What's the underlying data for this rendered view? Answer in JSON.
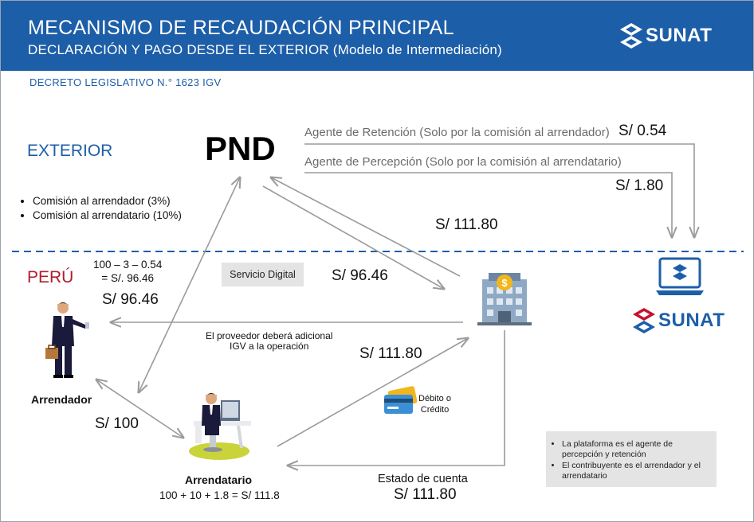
{
  "header": {
    "title": "MECANISMO DE RECAUDACIÓN PRINCIPAL",
    "subtitle": "DECLARACIÓN Y PAGO DESDE EL EXTERIOR (Modelo de Intermediación)",
    "logo_text": "SUNAT"
  },
  "decree": "DECRETO LEGISLATIVO N.° 1623 IGV",
  "regions": {
    "exterior": "EXTERIOR",
    "peru": "PERÚ"
  },
  "pnd": "PND",
  "agents": {
    "retention_label": "Agente de Retención (Solo por la comisión al arrendador)",
    "retention_amount": "S/ 0.54",
    "perception_label": "Agente de Percepción (Solo por la comisión al arrendatario)",
    "perception_amount": "S/ 1.80"
  },
  "commissions": [
    "Comisión al arrendador (3%)",
    "Comisión al arrendatario (10%)"
  ],
  "calc": {
    "line1": "100 – 3 –  0.54",
    "line2": "= S/. 96.46"
  },
  "amounts": {
    "to_pnd": "S/ 111.80",
    "pnd_to_platform": "S/ 96.46",
    "platform_to_arrendador": "S/ 96.46",
    "arrendatario_to_platform": "S/ 111.80",
    "arrendador_arrendatario": "S/ 100",
    "statement": "S/ 111.80"
  },
  "service_digital": "Servicio Digital",
  "provider_note": {
    "line1": "El proveedor deberá adicional",
    "line2": "IGV a la operación"
  },
  "payment": {
    "line1": "Débito o",
    "line2": "Crédito"
  },
  "arrendador": "Arrendador",
  "arrendatario": {
    "label": "Arrendatario",
    "formula": "100 + 10 + 1.8 = S/ 111.8"
  },
  "statement_label": "Estado de cuenta",
  "notes": [
    "La plataforma es el agente de percepción y retención",
    "El contribuyente es el arrendador y el arrendatario"
  ],
  "sunat_bottom": "SUNAT",
  "colors": {
    "header_blue": "#1d5ea8",
    "peru_red": "#b01c2e",
    "sunat_red": "#c8102e",
    "arrow_grey": "#9b9b9b"
  }
}
